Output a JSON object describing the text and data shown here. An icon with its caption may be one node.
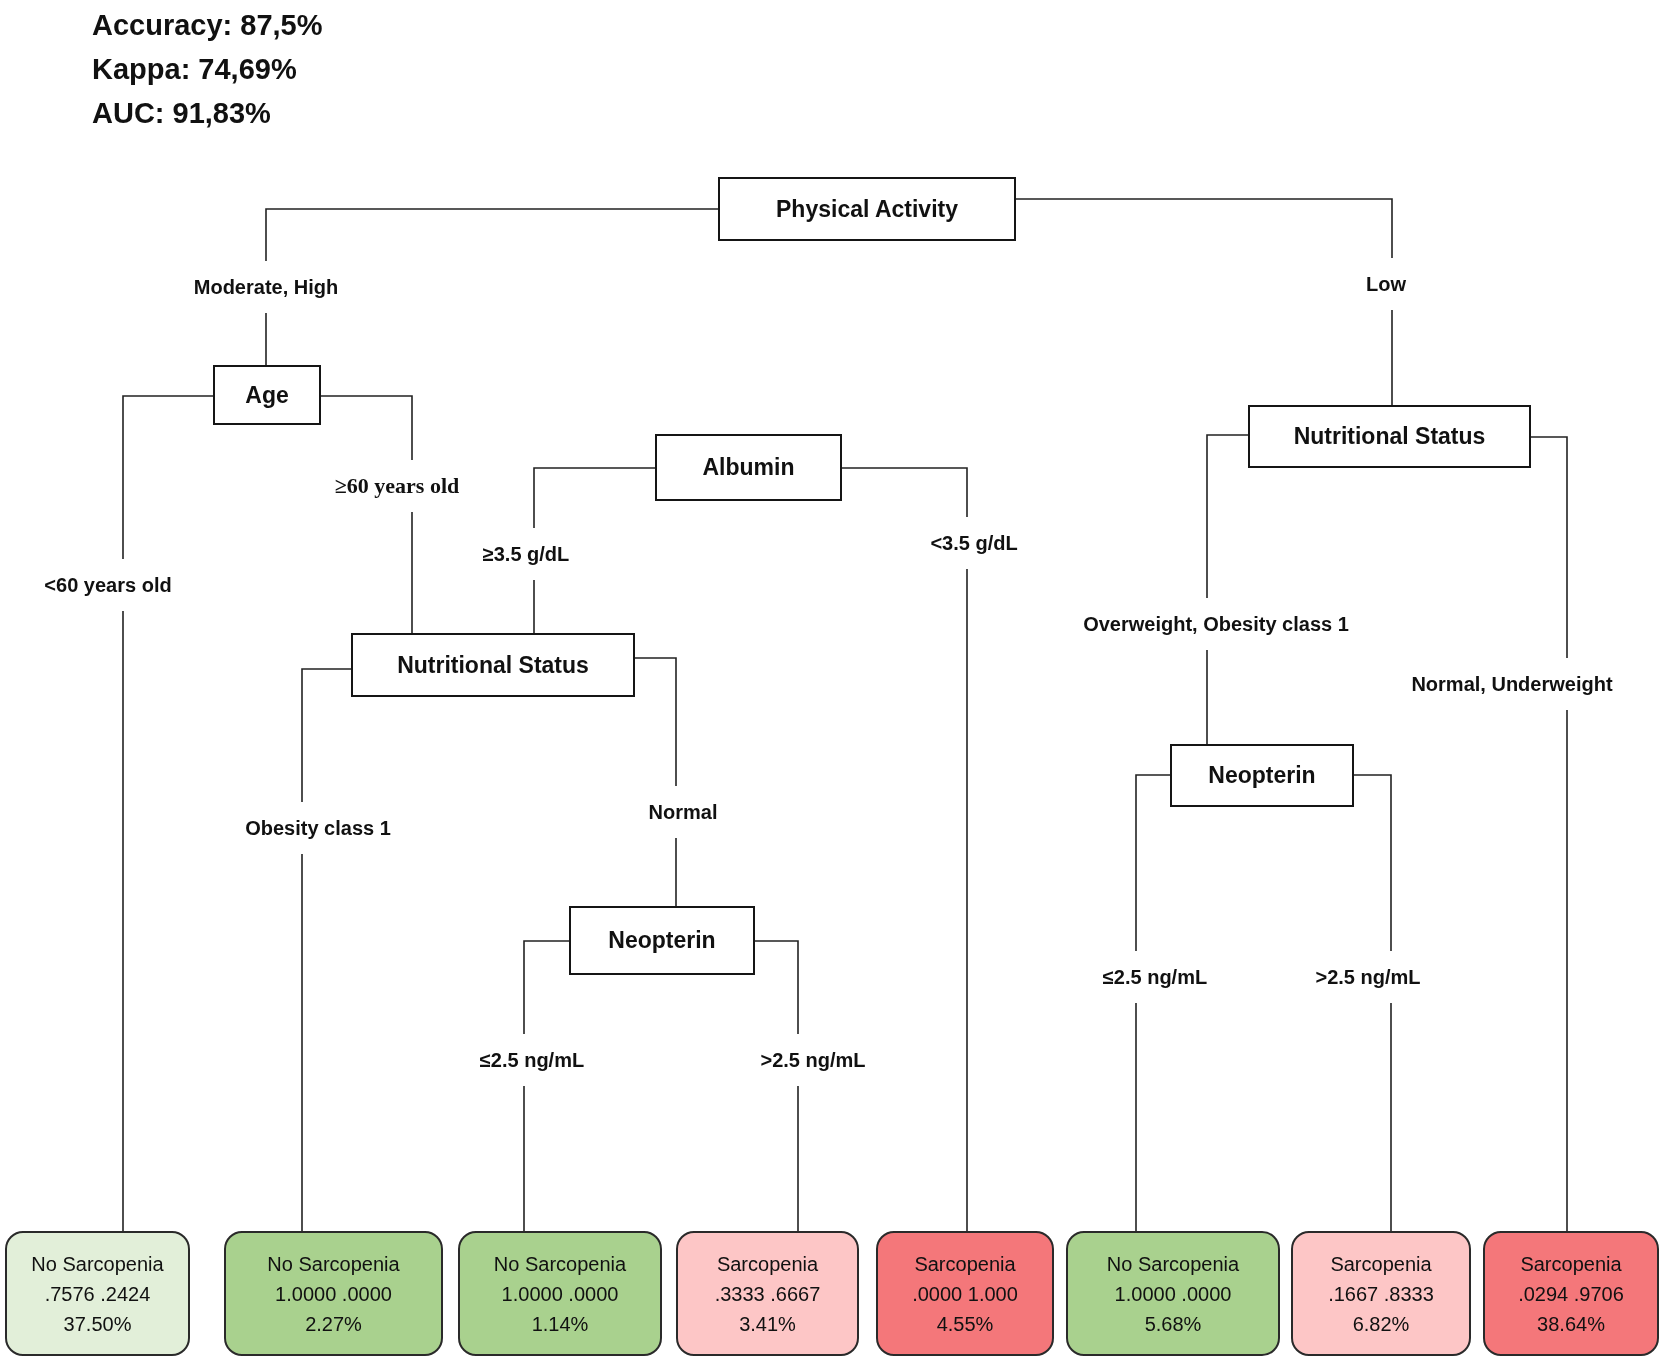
{
  "diagram": {
    "nodes": [
      {
        "text": [
          "Physical Activity"
        ]
      },
      {
        "text": [
          "Age"
        ]
      },
      {
        "text": [
          "Albumin"
        ]
      },
      {
        "text": [
          "Nutritional Status"
        ]
      },
      {
        "text": [
          "Neopterin"
        ]
      },
      {
        "text": [
          "Nutritional Status"
        ]
      },
      {
        "text": [
          "Neopterin"
        ]
      },
      {
        "text": [
          "No Sarcopenia",
          ".7576 .2424",
          "37.50%"
        ]
      },
      {
        "text": [
          "No Sarcopenia",
          "1.0000 .0000",
          "2.27%"
        ]
      },
      {
        "text": [
          "No Sarcopenia",
          "1.0000 .0000",
          "1.14%"
        ]
      },
      {
        "text": [
          "Sarcopenia",
          ".3333 .6667",
          "3.41%"
        ]
      },
      {
        "text": [
          "Sarcopenia",
          ".0000 1.000",
          "4.55%"
        ]
      },
      {
        "text": [
          "No Sarcopenia",
          "1.0000 .0000",
          "5.68%"
        ]
      },
      {
        "text": [
          "Sarcopenia",
          ".1667 .8333",
          "6.82%"
        ]
      },
      {
        "text": [
          "Sarcopenia",
          ".0294 .9706",
          "38.64%"
        ]
      }
    ],
    "edges": [
      {
        "from": 0,
        "to": 1,
        "arrow": "none",
        "label": "Moderate, High"
      },
      {
        "from": 0,
        "to": 5,
        "arrow": "none",
        "label": "Low"
      },
      {
        "from": 1,
        "to": 7,
        "arrow": "none",
        "label": "<60 years old"
      },
      {
        "from": 1,
        "to": 3,
        "arrow": "none",
        "label": "≥60 years old"
      },
      {
        "from": 2,
        "to": 3,
        "arrow": "none",
        "label": "≥3.5 g/dL"
      },
      {
        "from": 2,
        "to": 11,
        "arrow": "none",
        "label": "<3.5 g/dL"
      },
      {
        "from": 3,
        "to": 8,
        "arrow": "none",
        "label": "Obesity class 1"
      },
      {
        "from": 3,
        "to": 4,
        "arrow": "none",
        "label": "Normal"
      },
      {
        "from": 4,
        "to": 9,
        "arrow": "none",
        "label": "≤2.5 ng/mL"
      },
      {
        "from": 4,
        "to": 10,
        "arrow": "none",
        "label": ">2.5 ng/mL"
      },
      {
        "from": 5,
        "to": 6,
        "arrow": "none",
        "label": "Overweight, Obesity class 1"
      },
      {
        "from": 5,
        "to": 14,
        "arrow": "none",
        "label": "Normal, Underweight"
      },
      {
        "from": 6,
        "to": 12,
        "arrow": "none",
        "label": "≤2.5 ng/mL"
      },
      {
        "from": 6,
        "to": 13,
        "arrow": "none",
        "label": ">2.5 ng/mL"
      }
    ],
    "labels": [
      "Accuracy: 87,5%",
      "Kappa: 74,69%",
      "AUC: 91,83%"
    ]
  }
}
